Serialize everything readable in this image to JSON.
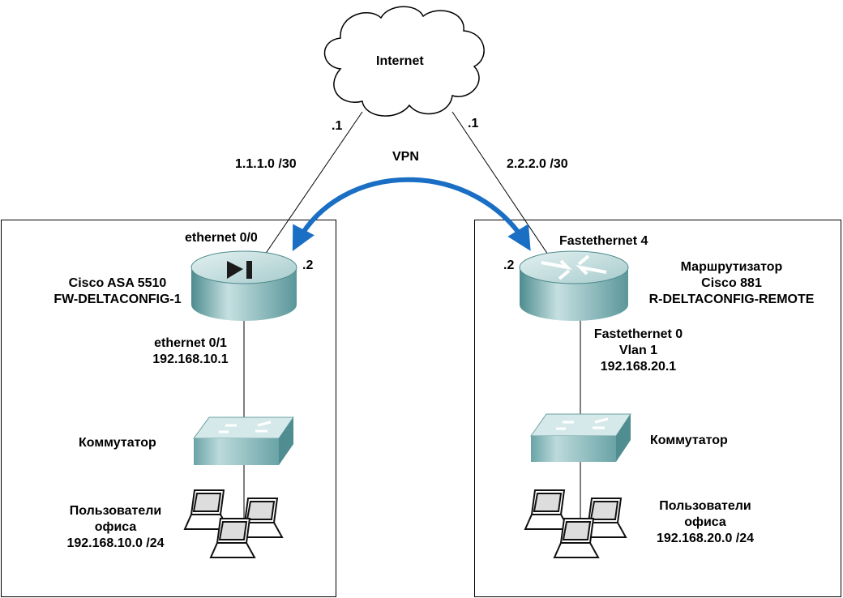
{
  "cloud": {
    "label": "Internet"
  },
  "vpn": {
    "label": "VPN"
  },
  "links": {
    "left_wan_host": ".1",
    "left_wan_net": "1.1.1.0 /30",
    "right_wan_host": ".1",
    "right_wan_net": "2.2.2.0 /30"
  },
  "site_left": {
    "firewall_outside_if": "ethernet 0/0",
    "firewall_outside_host": ".2",
    "firewall_model": "Cisco ASA 5510",
    "firewall_name": "FW-DELTACONFIG-1",
    "firewall_inside_if": "ethernet 0/1",
    "firewall_inside_ip": "192.168.10.1",
    "switch_label": "Коммутатор",
    "users_line1": "Пользователи",
    "users_line2": "офиса",
    "users_net": "192.168.10.0 /24"
  },
  "site_right": {
    "router_outside_if": "Fastethernet 4",
    "router_outside_host": ".2",
    "router_line1": "Маршрутизатор",
    "router_model": "Cisco 881",
    "router_name": "R-DELTACONFIG-REMOTE",
    "router_inside_if": "Fastethernet 0",
    "router_inside_vlan": "Vlan 1",
    "router_inside_ip": "192.168.20.1",
    "switch_label": "Коммутатор",
    "users_line1": "Пользователи",
    "users_line2": "офиса",
    "users_net": "192.168.20.0 /24"
  },
  "colors": {
    "device_top": "#b9d6d7",
    "device_side": "#5e9a9d",
    "vpn_arrow": "#1a6fc4"
  }
}
